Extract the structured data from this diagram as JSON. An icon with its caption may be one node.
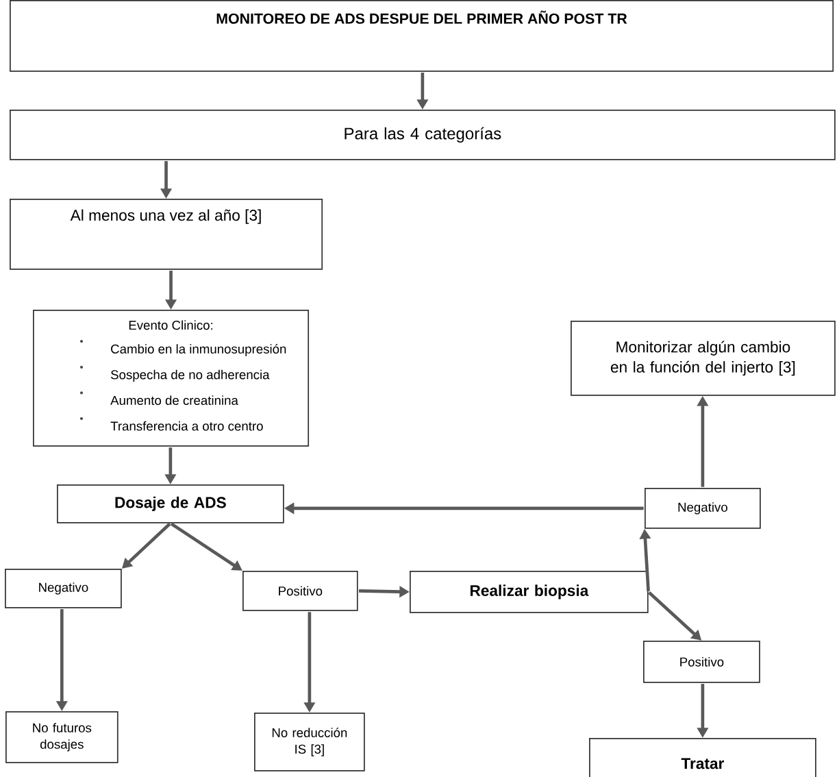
{
  "diagram": {
    "nodes": [
      {
        "text": [
          "MONITOREO DE  ADS DESPUE DEL PRIMER AÑO POST TR"
        ]
      },
      {
        "text": [
          "Para las 4 categorías"
        ]
      },
      {
        "text": [
          "Al menos una vez al  año [3]"
        ]
      },
      {
        "text": [
          "Evento Clinico:",
          "Cambio en la inmunosupresión",
          "Sospecha de no adherencia",
          "Aumento de creatinina",
          "Transferencia a otro centro"
        ]
      },
      {
        "text": [
          "Monitorizar algún cambio en la función del injerto [3]"
        ]
      },
      {
        "text": [
          "Dosaje de  ADS"
        ]
      },
      {
        "text": [
          "Negativo"
        ]
      },
      {
        "text": [
          "Negativo"
        ]
      },
      {
        "text": [
          "Positivo"
        ]
      },
      {
        "text": [
          "Realizar  biopsia"
        ]
      },
      {
        "text": [
          "Positivo"
        ]
      },
      {
        "text": [
          "No futuros dosajes"
        ]
      },
      {
        "text": [
          "No reducción IS [3]"
        ]
      },
      {
        "text": [
          "Tratar"
        ]
      }
    ],
    "edges": [
      {
        "from": 0,
        "to": 1,
        "arrow": "to"
      },
      {
        "from": 1,
        "to": 2,
        "arrow": "to"
      },
      {
        "from": 2,
        "to": 3,
        "arrow": "to"
      },
      {
        "from": 3,
        "to": 5,
        "arrow": "to"
      },
      {
        "from": 5,
        "to": 7,
        "arrow": "to"
      },
      {
        "from": 5,
        "to": 8,
        "arrow": "to"
      },
      {
        "from": 8,
        "to": 9,
        "arrow": "to"
      },
      {
        "from": 9,
        "to": 6,
        "arrow": "to"
      },
      {
        "from": 9,
        "to": 10,
        "arrow": "to"
      },
      {
        "from": 6,
        "to": 4,
        "arrow": "to"
      },
      {
        "from": 6,
        "to": 5,
        "arrow": "to"
      },
      {
        "from": 7,
        "to": 11,
        "arrow": "to"
      },
      {
        "from": 8,
        "to": 12,
        "arrow": "to"
      },
      {
        "from": 10,
        "to": 13,
        "arrow": "to"
      }
    ]
  }
}
